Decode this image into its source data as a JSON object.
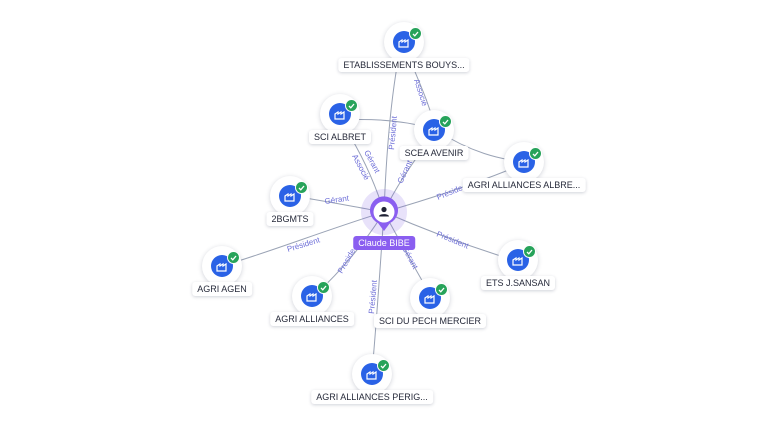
{
  "center": {
    "name": "Claude BIBE",
    "icon": "person-icon",
    "color": "#8a5ef0"
  },
  "companies": [
    {
      "id": "etablissements",
      "name": "ETABLISSEMENTS BOUYS...",
      "icon": "company-icon"
    },
    {
      "id": "sci-albret",
      "name": "SCI ALBRET",
      "icon": "company-icon"
    },
    {
      "id": "scea-avenir",
      "name": "SCEA AVENIR",
      "icon": "company-icon"
    },
    {
      "id": "agri-alliances-albre",
      "name": "AGRI ALLIANCES ALBRE...",
      "icon": "company-icon"
    },
    {
      "id": "2bgmts",
      "name": "2BGMTS",
      "icon": "company-icon"
    },
    {
      "id": "agri-agen",
      "name": "AGRI AGEN",
      "icon": "company-icon"
    },
    {
      "id": "ets-jsansan",
      "name": "ETS J.SANSAN",
      "icon": "company-icon"
    },
    {
      "id": "agri-alliances",
      "name": "AGRI ALLIANCES",
      "icon": "company-icon"
    },
    {
      "id": "sci-dupech",
      "name": "SCI DU PECH MERCIER",
      "icon": "company-icon"
    },
    {
      "id": "agri-alliances-perig",
      "name": "AGRI ALLIANCES PERIG...",
      "icon": "company-icon"
    }
  ],
  "relations": [
    {
      "id": "etablissements-president",
      "text": "Président"
    },
    {
      "id": "scea-etab-associe",
      "text": "Associé"
    },
    {
      "id": "sci-albret-gerant",
      "text": "Gérant"
    },
    {
      "id": "sci-albret-associe",
      "text": "Associé"
    },
    {
      "id": "scea-avenir-gerant",
      "text": "Gérant"
    },
    {
      "id": "albre-president",
      "text": "Préside"
    },
    {
      "id": "2bgmts-gerant",
      "text": "Gérant"
    },
    {
      "id": "agri-agen-president",
      "text": "Président"
    },
    {
      "id": "sansan-president",
      "text": "Président"
    },
    {
      "id": "agri-alliances-president",
      "text": "Preside"
    },
    {
      "id": "dupech-gerant",
      "text": "Gérant"
    },
    {
      "id": "perig-president",
      "text": "Président"
    }
  ],
  "colors": {
    "company": "#2a62e6",
    "verified": "#27a35a",
    "relation_text": "#6e6fd8",
    "edge": "#9aa3b5"
  }
}
